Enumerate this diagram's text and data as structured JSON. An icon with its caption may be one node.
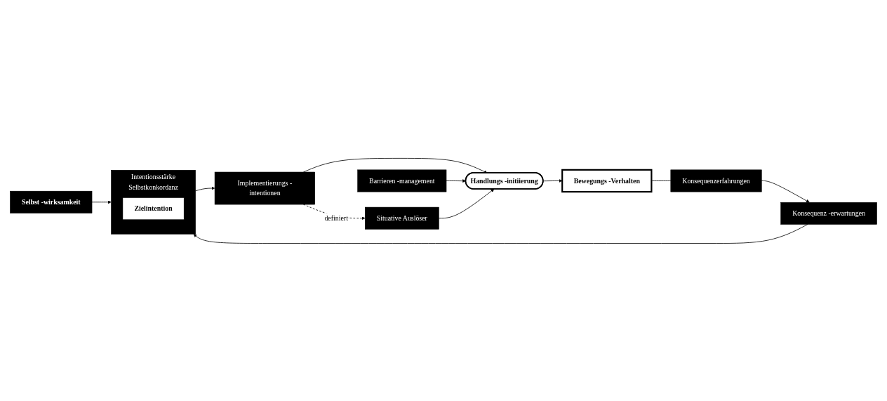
{
  "diagram": {
    "nodes": [
      {
        "text": [
          "Selbst -wirksamkeit"
        ]
      },
      {
        "text": [
          "Konsequenz -erwartungen"
        ]
      },
      {
        "text": [
          "Intentionsstärke",
          "Selbstkonkordanz"
        ]
      },
      {
        "text": [
          "Zielintention"
        ],
        "in": 2
      },
      {
        "text": [
          "Implementierungs -intentionen"
        ]
      },
      {
        "text": [
          "Barrieren -management"
        ]
      },
      {
        "text": [
          "Handlungs -initiierung"
        ]
      },
      {
        "text": [
          "Bewegungs -Verhalten"
        ]
      },
      {
        "text": [
          "Situative Auslöser"
        ]
      },
      {
        "text": [
          "Konsequenzerfahrungen"
        ]
      }
    ],
    "edges": [
      {
        "from": 0,
        "to": 2,
        "arrow": "to"
      },
      {
        "from": 1,
        "to": 2,
        "arrow": "to"
      },
      {
        "from": 2,
        "to": 4,
        "arrow": "to"
      },
      {
        "from": 4,
        "to": 6,
        "arrow": "to"
      },
      {
        "from": 5,
        "to": 6,
        "arrow": "to"
      },
      {
        "from": 8,
        "to": 6,
        "arrow": "to"
      },
      {
        "from": 6,
        "to": 7,
        "arrow": "to"
      },
      {
        "from": 4,
        "to": 8,
        "arrow": "to",
        "label": "definiert",
        "style": "dashed"
      },
      {
        "from": 7,
        "to": 9,
        "arrow": "none"
      },
      {
        "from": 9,
        "to": 1,
        "arrow": "to"
      }
    ]
  }
}
